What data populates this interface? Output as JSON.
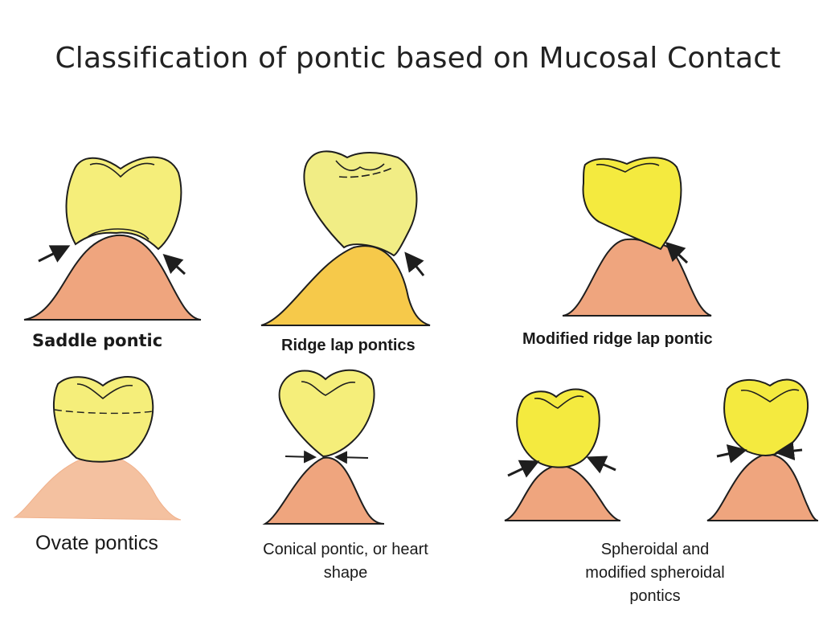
{
  "title": "Classification of pontic based on Mucosal Contact",
  "labels": {
    "saddle": "Saddle pontic",
    "ridge_lap": "Ridge lap pontics",
    "modified_ridge_lap": "Modified ridge lap pontic",
    "ovate": "Ovate pontics",
    "conical_line1": "Conical pontic, or heart",
    "conical_line2": "shape",
    "spheroidal_line1": "Spheroidal and",
    "spheroidal_line2": "modified spheroidal",
    "spheroidal_line3": "pontics"
  },
  "colors": {
    "tooth_yellow": "#f5ee7a",
    "tooth_bright": "#f4ea3f",
    "ridge_pink": "#efa57e",
    "ridge_gold": "#f6c94a",
    "ridge_light": "#f4c1a0",
    "outline": "#1e1e1e"
  }
}
